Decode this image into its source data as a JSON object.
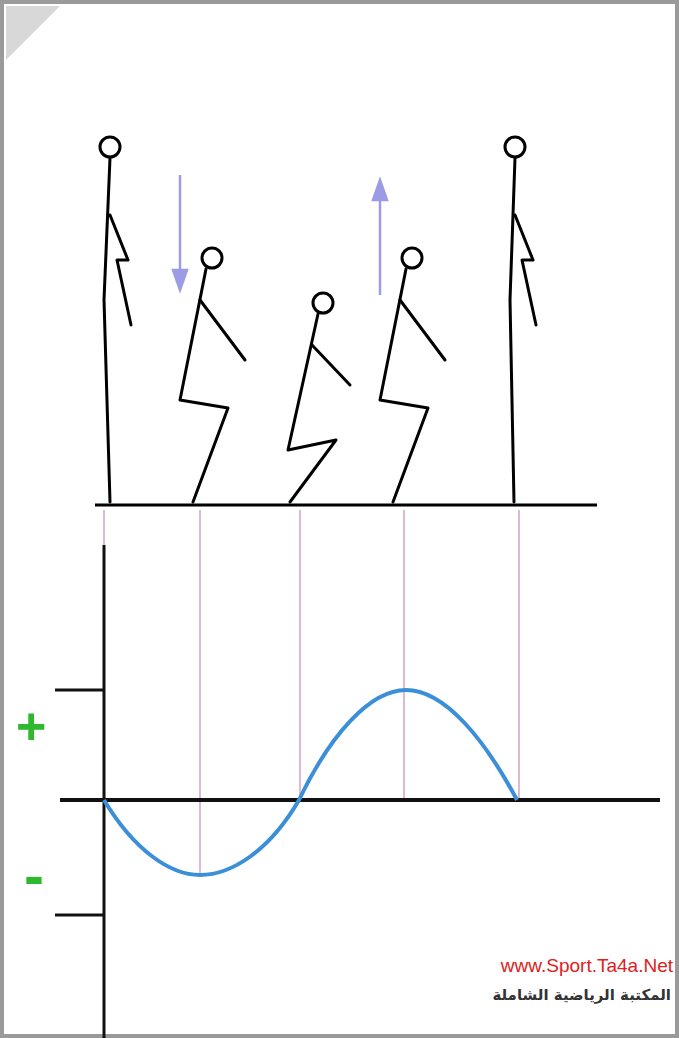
{
  "diagram": {
    "labels": [
      "+",
      "-",
      "www.Sport.Ta4a.Net",
      "المكتبة الرياضية الشاملة"
    ]
  }
}
